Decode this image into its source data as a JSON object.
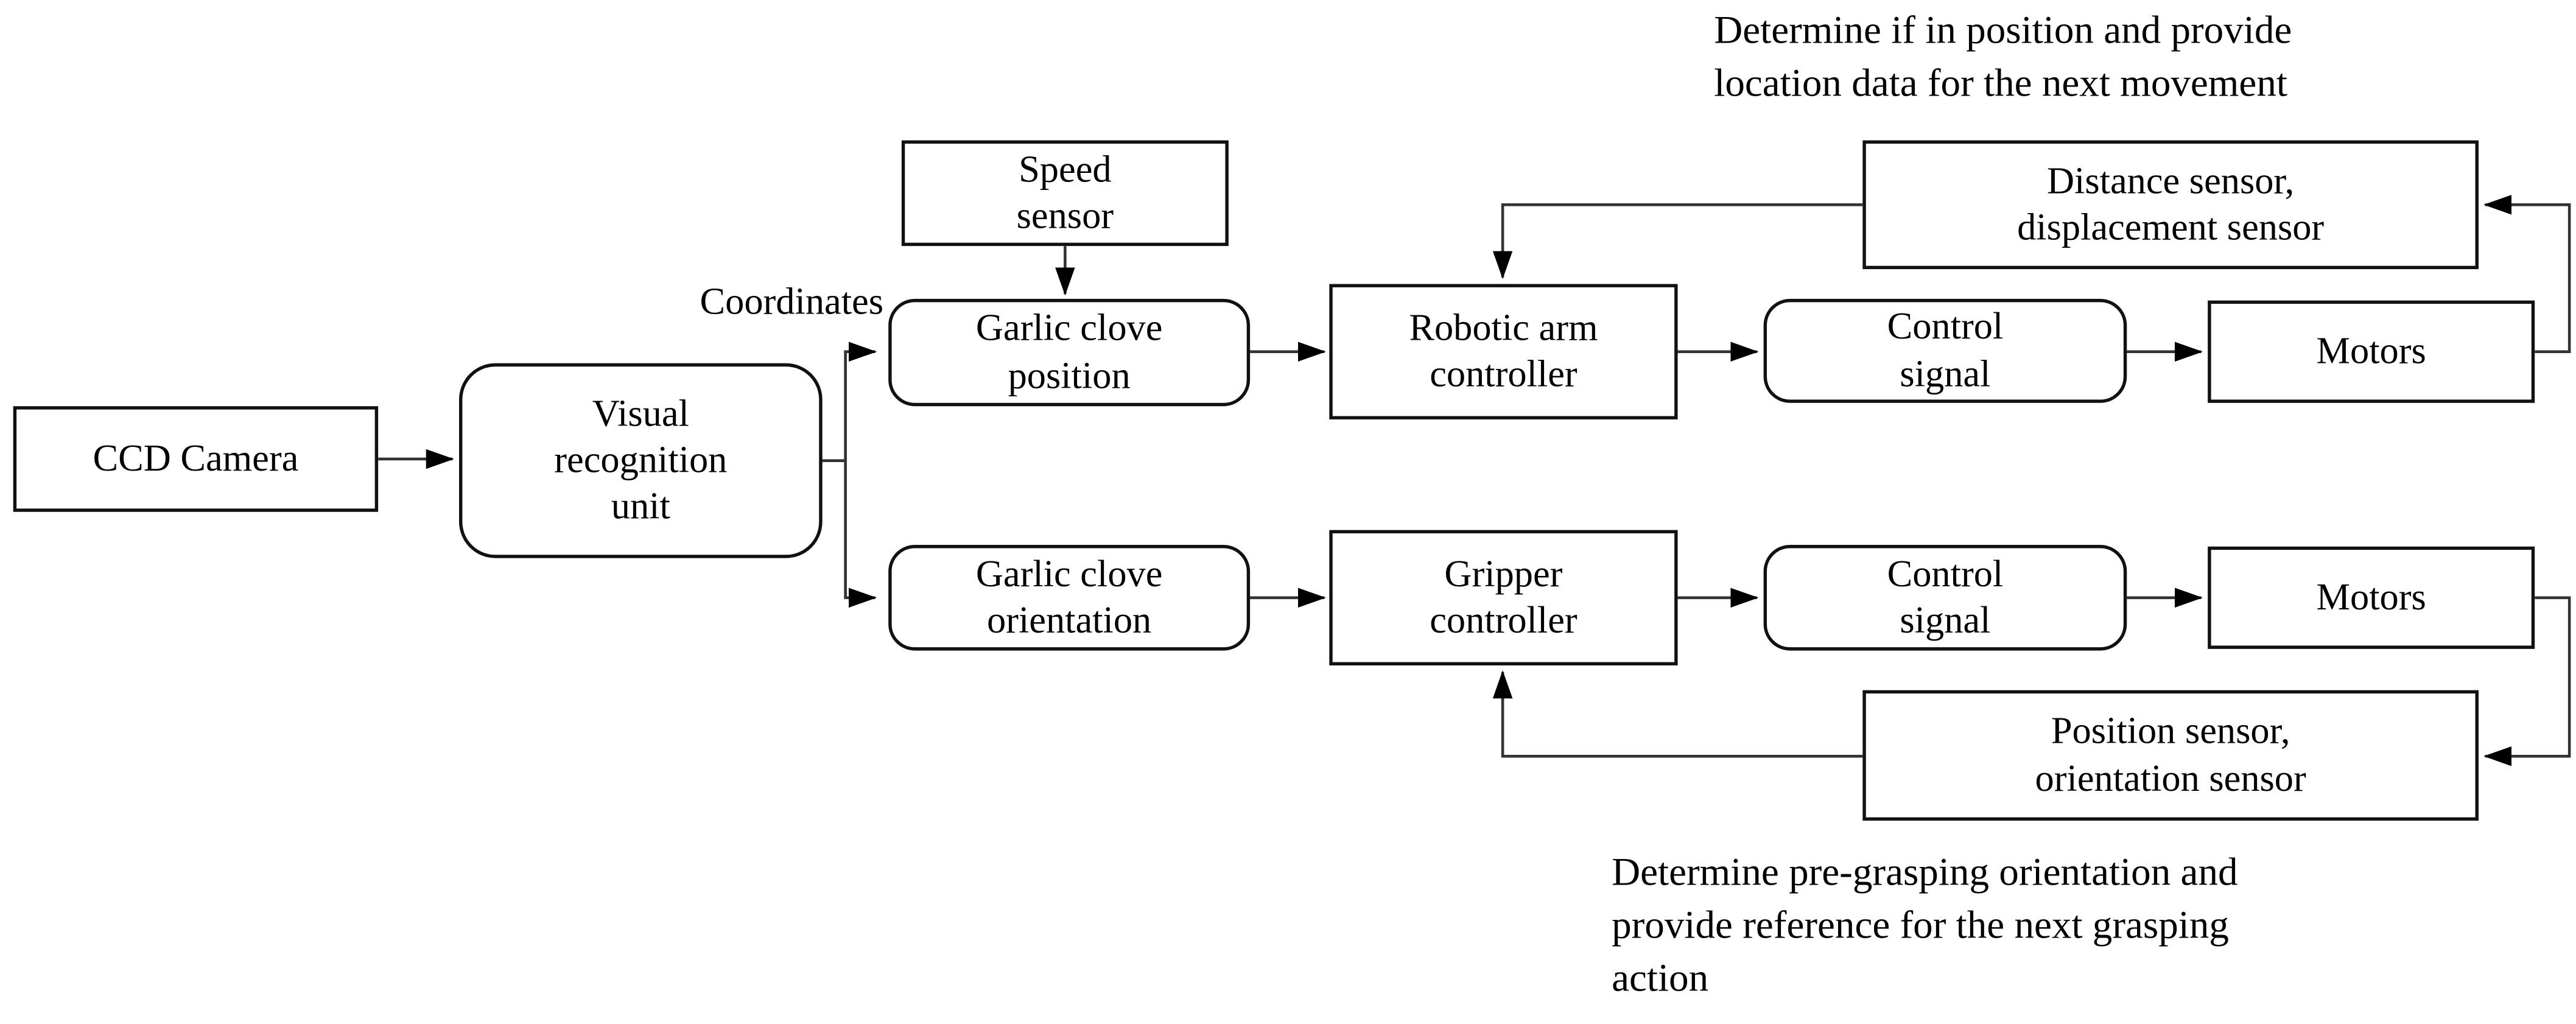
{
  "diagram": {
    "type": "flowchart",
    "nodes": {
      "ccd_camera": {
        "label": "CCD Camera",
        "shape": "rect"
      },
      "visual_recognition": {
        "label": "Visual\nrecognition\nunit",
        "shape": "rounded"
      },
      "speed_sensor": {
        "label": "Speed\nsensor",
        "shape": "rect"
      },
      "garlic_position": {
        "label": "Garlic clove\nposition",
        "shape": "rounded"
      },
      "robotic_arm_controller": {
        "label": "Robotic arm\ncontroller",
        "shape": "rect"
      },
      "control_signal_arm": {
        "label": "Control\nsignal",
        "shape": "rounded"
      },
      "motors_arm": {
        "label": "Motors",
        "shape": "rect"
      },
      "distance_sensor": {
        "label": "Distance sensor,\ndisplacement sensor",
        "shape": "rect"
      },
      "garlic_orientation": {
        "label": "Garlic clove\norientation",
        "shape": "rounded"
      },
      "gripper_controller": {
        "label": "Gripper\ncontroller",
        "shape": "rect"
      },
      "control_signal_gripper": {
        "label": "Control\nsignal",
        "shape": "rounded"
      },
      "motors_gripper": {
        "label": "Motors",
        "shape": "rect"
      },
      "position_sensor": {
        "label": "Position sensor,\norientation sensor",
        "shape": "rect"
      }
    },
    "edge_labels": {
      "coordinates": "Coordinates"
    },
    "annotations": {
      "top": "Determine if in position and provide\nlocation data for the next movement",
      "bottom": "Determine pre-grasping orientation and\nprovide reference for the next grasping\naction"
    },
    "edges": [
      {
        "from": "ccd_camera",
        "to": "visual_recognition"
      },
      {
        "from": "visual_recognition",
        "to": "garlic_position",
        "label": "Coordinates"
      },
      {
        "from": "visual_recognition",
        "to": "garlic_orientation"
      },
      {
        "from": "speed_sensor",
        "to": "garlic_position"
      },
      {
        "from": "garlic_position",
        "to": "robotic_arm_controller"
      },
      {
        "from": "robotic_arm_controller",
        "to": "control_signal_arm"
      },
      {
        "from": "control_signal_arm",
        "to": "motors_arm"
      },
      {
        "from": "motors_arm",
        "to": "distance_sensor"
      },
      {
        "from": "distance_sensor",
        "to": "robotic_arm_controller"
      },
      {
        "from": "garlic_orientation",
        "to": "gripper_controller"
      },
      {
        "from": "gripper_controller",
        "to": "control_signal_gripper"
      },
      {
        "from": "control_signal_gripper",
        "to": "motors_gripper"
      },
      {
        "from": "motors_gripper",
        "to": "position_sensor"
      },
      {
        "from": "position_sensor",
        "to": "gripper_controller"
      }
    ],
    "colors": {
      "background": "#ffffff",
      "box_border": "#111111",
      "wire": "#333333",
      "text": "#000000"
    }
  }
}
